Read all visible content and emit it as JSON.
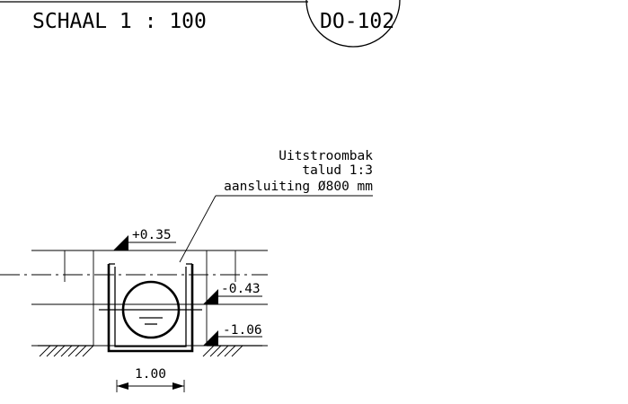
{
  "title_block": {
    "scale_label": "SCHAAL 1 : 100",
    "sheet_code": "DO-102"
  },
  "callout": {
    "line1": "Uitstroombak",
    "line2": "talud 1:3",
    "line3": "aansluiting Ø800 mm"
  },
  "levels": {
    "top": "+0.35",
    "mid": "-0.43",
    "bottom": "-1.06"
  },
  "dimension": {
    "width": "1.00"
  }
}
